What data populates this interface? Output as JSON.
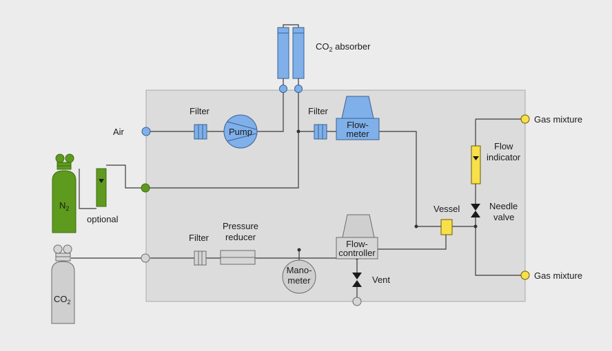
{
  "labels": {
    "co2_absorber": "CO",
    "co2_absorber_sub": "2",
    "co2_absorber_tail": " absorber",
    "air": "Air",
    "filter_top": "Filter",
    "pump": "Pump",
    "filter_mid": "Filter",
    "flowmeter_line1": "Flow-",
    "flowmeter_line2": "meter",
    "gas_mixture_top": "Gas mixture",
    "flow_indicator_line1": "Flow",
    "flow_indicator_line2": "indicator",
    "n2_main": "N",
    "n2_sub": "2",
    "optional": "optional",
    "needle_valve_line1": "Needle",
    "needle_valve_line2": "valve",
    "vessel": "Vessel",
    "filter_bottom": "Filter",
    "pressure_reducer_line1": "Pressure",
    "pressure_reducer_line2": "reducer",
    "flowcontroller_line1": "Flow-",
    "flowcontroller_line2": "controller",
    "manometer_line1": "Mano-",
    "manometer_line2": "meter",
    "vent": "Vent",
    "gas_mixture_bottom": "Gas mixture",
    "co2_cyl_main": "CO",
    "co2_cyl_sub": "2"
  },
  "colors": {
    "background": "#ececec",
    "panel": "#dcdcdc",
    "blue": "#7fb0ea",
    "green": "#5e9a1e",
    "yellow": "#f7e04a",
    "gray_device": "#cfcfcf",
    "port_gray": "#d6d6d6"
  }
}
